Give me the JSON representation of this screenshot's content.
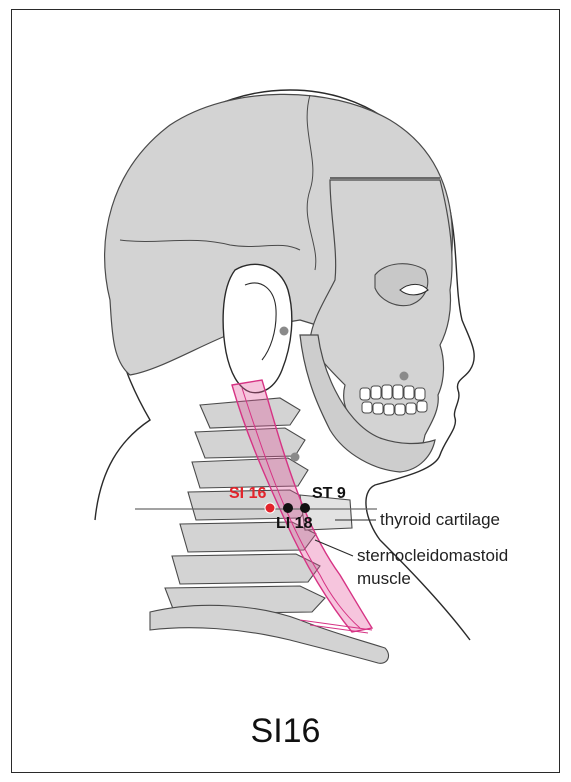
{
  "caption": "SI16",
  "points": {
    "primary": {
      "label": "SI 16",
      "color": "#e3242b"
    },
    "ref1": {
      "label": "ST 9",
      "color": "#111111"
    },
    "ref2": {
      "label": "LI 18",
      "color": "#111111"
    }
  },
  "annotations": {
    "thyroid": "thyroid cartilage",
    "scm_line1": "sternocleidomastoid",
    "scm_line2": "muscle"
  },
  "colors": {
    "bone": "#d3d3d3",
    "bone_stroke": "#4a4a4a",
    "muscle": "#e65a9e",
    "outline": "#2a2a2a"
  }
}
